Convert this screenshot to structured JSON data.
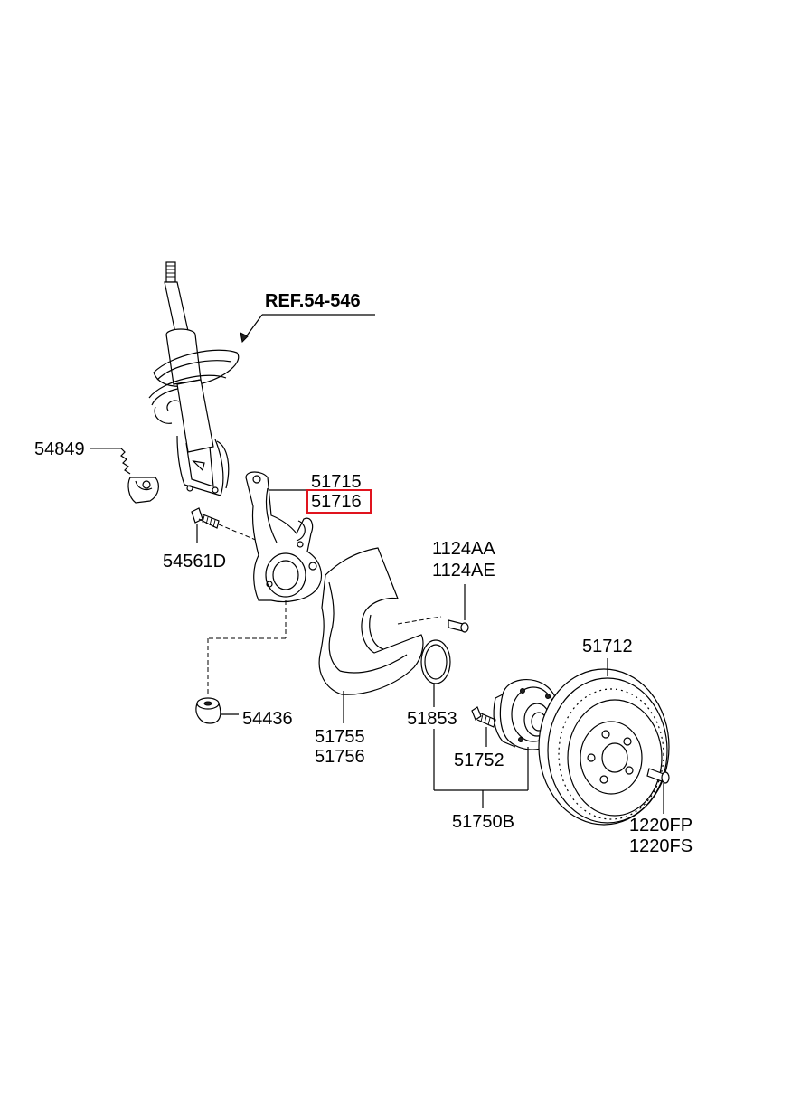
{
  "diagram": {
    "reference": "REF.54-546",
    "highlight_color": "#e0141e",
    "parts": {
      "p54849": "54849",
      "p51715": "51715",
      "p51716": "51716",
      "p54561D": "54561D",
      "p1124AA": "1124AA",
      "p1124AE": "1124AE",
      "p51712": "51712",
      "p54436": "54436",
      "p51853": "51853",
      "p51755": "51755",
      "p51756": "51756",
      "p51752": "51752",
      "p51750B": "51750B",
      "p1220FP": "1220FP",
      "p1220FS": "1220FS"
    }
  }
}
